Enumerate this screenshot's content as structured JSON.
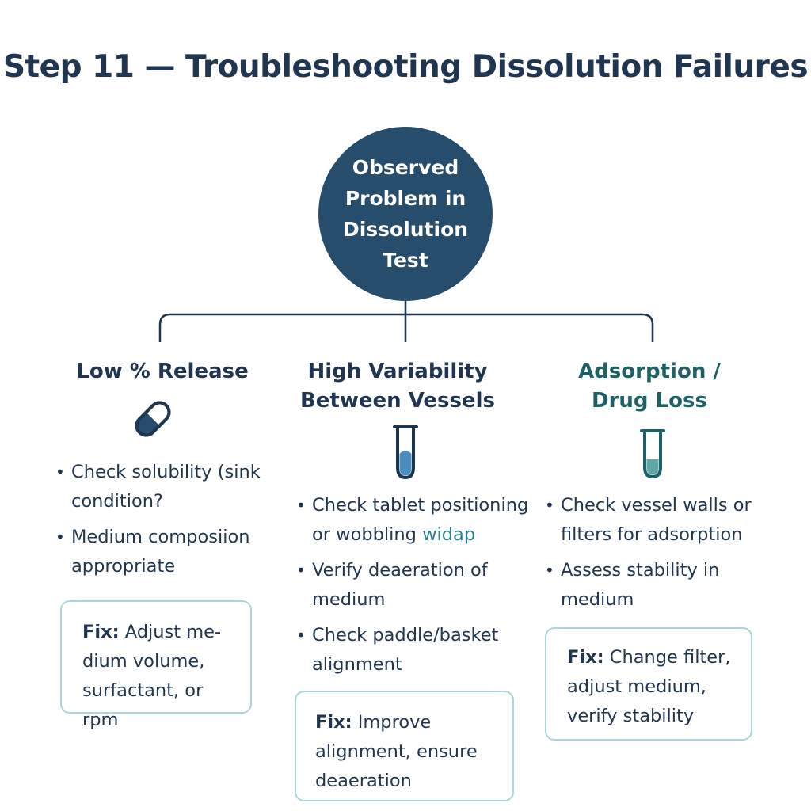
{
  "title": "Step 11 — Troubleshooting Dissolution Failures",
  "root": {
    "label": "Observed Problem in Dissolution Test"
  },
  "branches": [
    {
      "heading": "Low % Release",
      "icon": "capsule-icon",
      "bullets": [
        "Check solubility (sink condition?",
        "Medium composiion appropriate"
      ],
      "fix_label": "Fix:",
      "fix_text": "Adjust me-dium volume, surfactant, or rpm"
    },
    {
      "heading": "High Variability Between Vessels",
      "icon": "test-tube-icon",
      "bullets": [
        "Check tablet positioning or wobbling",
        "Verify deaeration of medium",
        "Check paddle/basket alignment"
      ],
      "bullet_highlight": "widap",
      "fix_label": "Fix:",
      "fix_text": "Improve alignment, ensure deaeration"
    },
    {
      "heading": "Adsorption / Drug Loss",
      "icon": "test-tube-icon",
      "bullets": [
        "Check vessel walls or filters for adsorption",
        "Assess stability in medium"
      ],
      "fix_label": "Fix:",
      "fix_text": "Change filter, adjust medium, verify stability"
    }
  ],
  "colors": {
    "navy": "#1f3550",
    "circle": "#264d6b",
    "teal_heading": "#1d6065",
    "fix_border": "#a9d5dc",
    "tube_fill": "#4a8fc0",
    "tube_fill_teal": "#5ea8a8"
  }
}
